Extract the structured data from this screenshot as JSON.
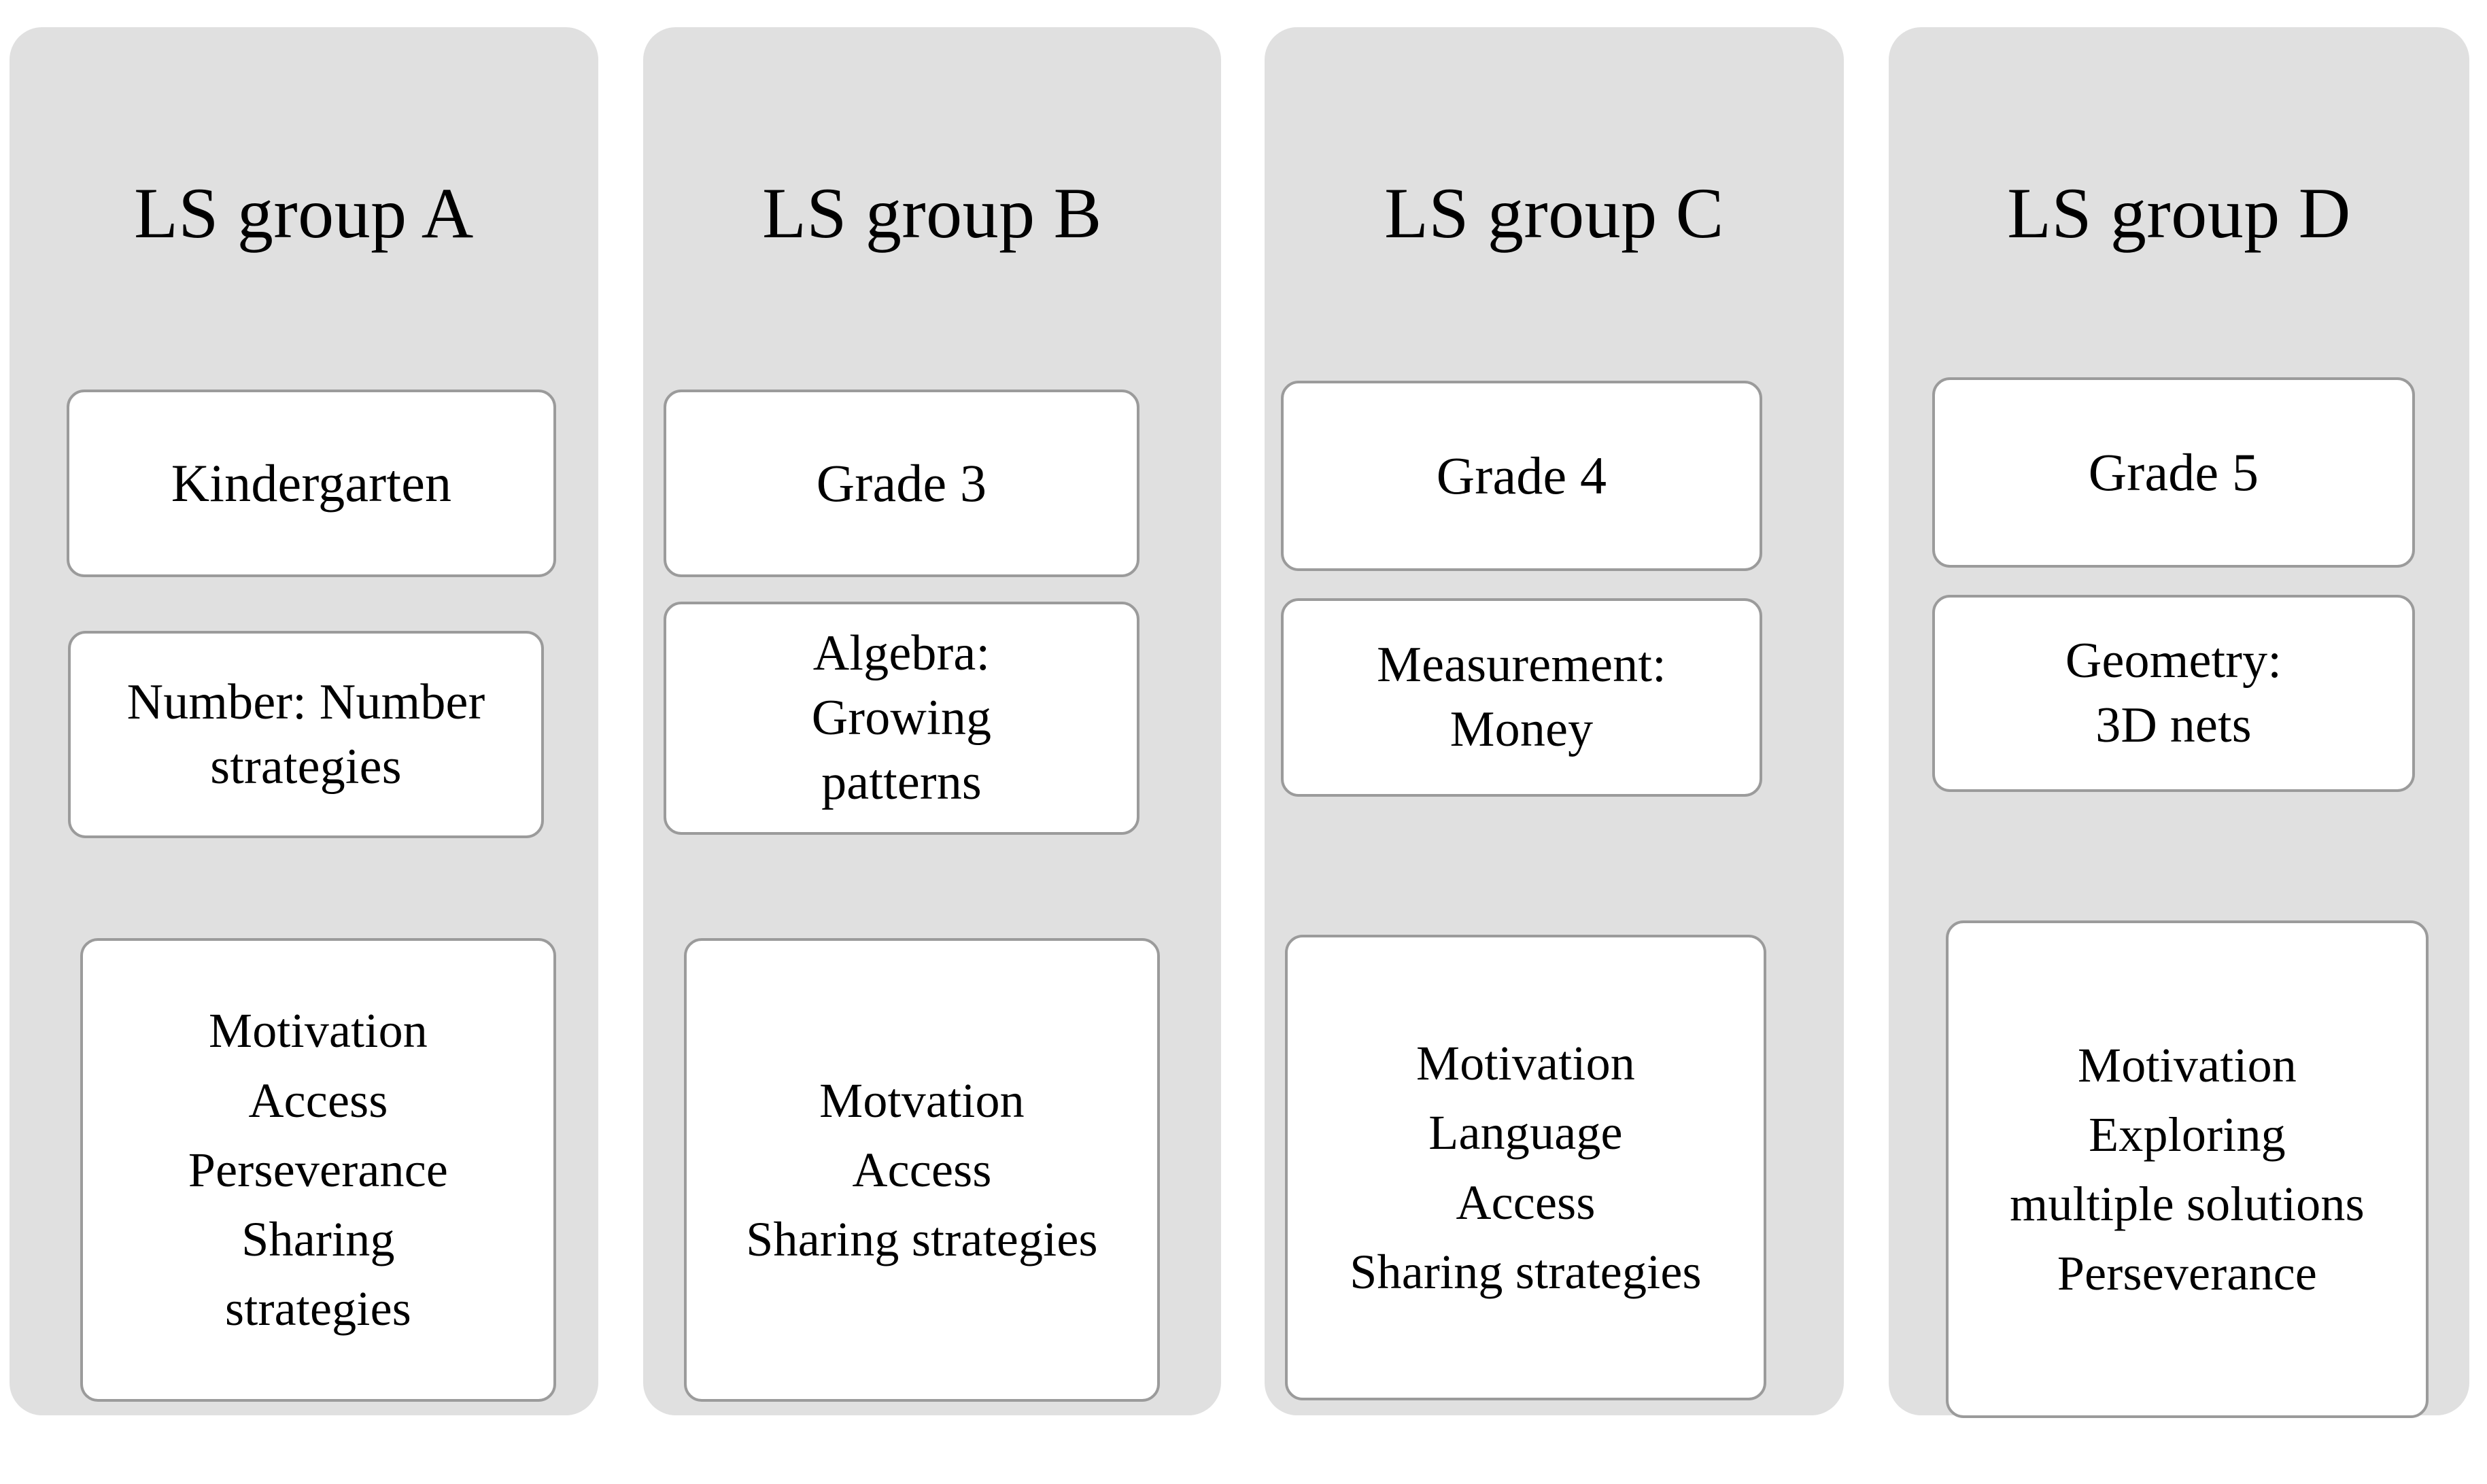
{
  "diagram": {
    "kind": "lesson-study-group-columns",
    "background_color": "#ffffff",
    "panel_color": "#e0e0e0",
    "card_color": "#ffffff",
    "card_border_color": "#9b9b9b",
    "text_color": "#000000",
    "groups": [
      {
        "id": "a",
        "title": "LS group A",
        "grade": "Kindergarten",
        "topic": "Number: Number\nstrategies",
        "focus_lines": [
          "Motivation",
          "Access",
          "Perseverance",
          "Sharing\nstrategies"
        ],
        "focus": "Motivation\nAccess\nPerseverance\nSharing\nstrategies"
      },
      {
        "id": "b",
        "title": "LS group B",
        "grade": "Grade 3",
        "topic": "Algebra:\nGrowing\npatterns",
        "focus_lines": [
          "Motvation",
          "Access",
          "Sharing strategies"
        ],
        "focus": "Motvation\nAccess\nSharing strategies"
      },
      {
        "id": "c",
        "title": "LS group C",
        "grade": "Grade 4",
        "topic": "Measurement:\nMoney",
        "focus_lines": [
          "Motivation",
          "Language",
          "Access",
          "Sharing strategies"
        ],
        "focus": "Motivation\nLanguage\nAccess\nSharing strategies"
      },
      {
        "id": "d",
        "title": "LS group D",
        "grade": "Grade 5",
        "topic": "Geometry:\n3D nets",
        "focus_lines": [
          "Motivation",
          "Exploring\nmultiple solutions",
          "Perseverance"
        ],
        "focus": "Motivation\nExploring\nmultiple solutions\nPerseverance"
      }
    ]
  }
}
